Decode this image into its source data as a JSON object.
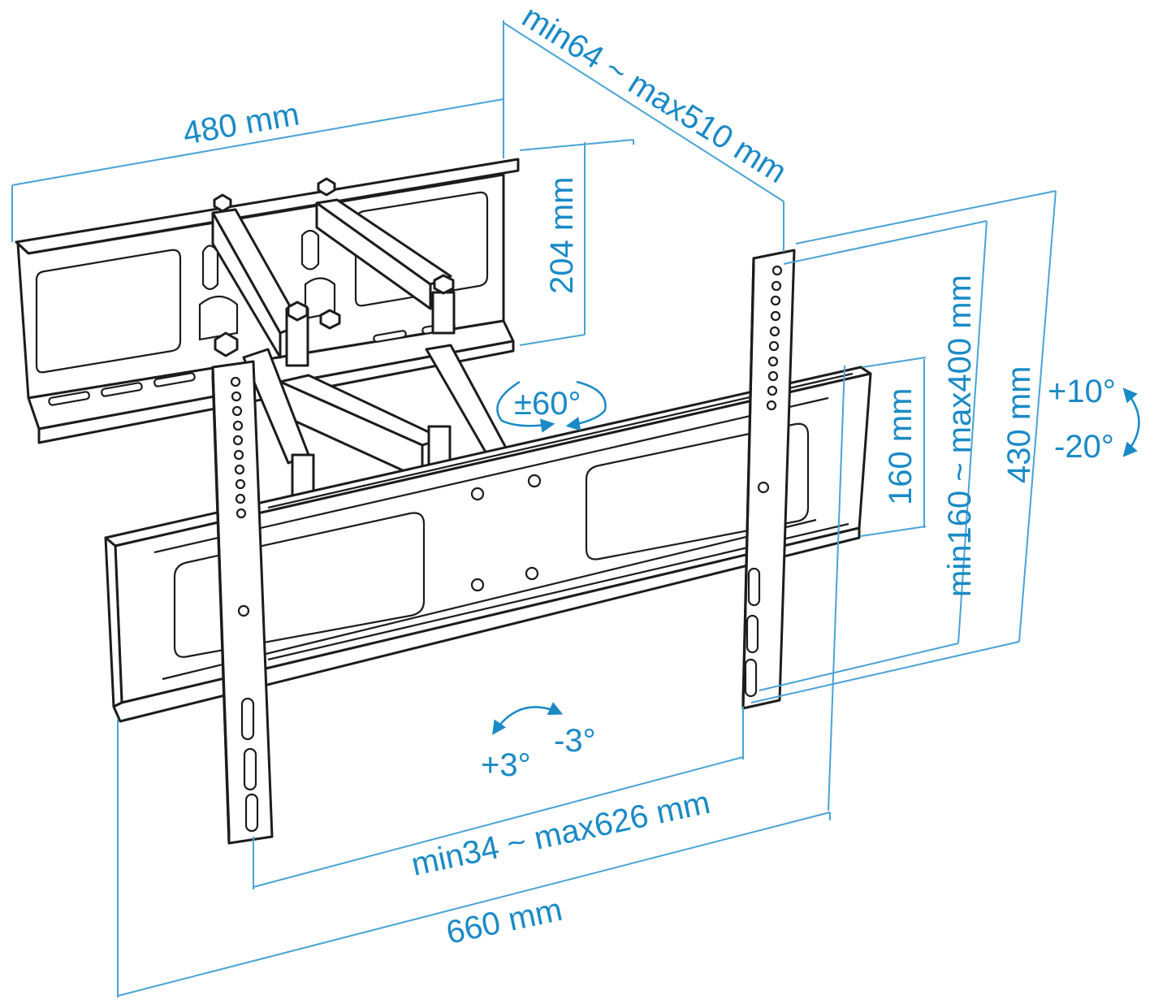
{
  "dimensions": {
    "wall_plate_width": "480 mm",
    "wall_plate_height": "204 mm",
    "arm_extension": "min64 ~ max510 mm",
    "tv_bracket_width": "660 mm",
    "vesa_horizontal": "min34 ~ max626 mm",
    "bracket_height": "430 mm",
    "vesa_vertical": "min160 ~ max400 mm",
    "center_height": "160 mm"
  },
  "motion": {
    "swivel": "±60°",
    "tilt_up": "+10°",
    "tilt_down": "-20°",
    "rotate_cw": "+3°",
    "rotate_ccw": "-3°"
  },
  "colors": {
    "dimension": "#1a8ac6",
    "line_art": "#1c1c1c"
  }
}
